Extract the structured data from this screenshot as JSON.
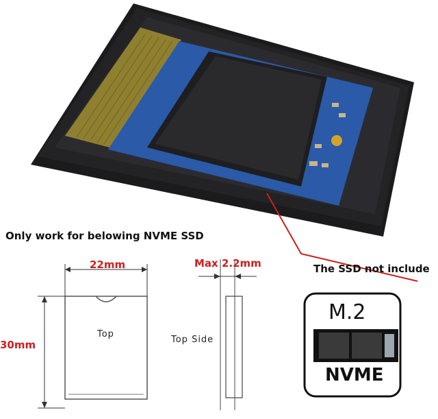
{
  "photo": {
    "description_icon": "ssd-enclosure-photo"
  },
  "texts": {
    "only_work": "Only work for belowing NVME SSD",
    "ssd_not_include": "The SSD not include",
    "width_dim": "22mm",
    "height_dim": "30mm",
    "thickness_dim": "Max 2.2mm",
    "top_label": "Top",
    "top_side_label": "Top Side",
    "badge_top": "M.2",
    "badge_bottom": "NVME"
  },
  "colors": {
    "accent_red": "#cc1f1f",
    "pcb_blue": "#2a5aa8",
    "gold": "#a8942e",
    "case_black": "#1b1b1d"
  }
}
